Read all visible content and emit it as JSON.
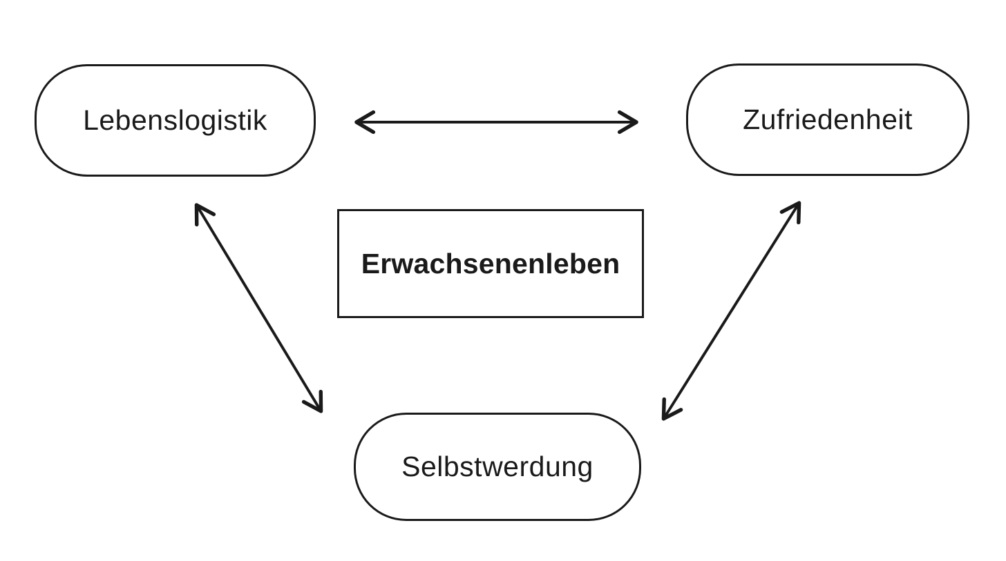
{
  "diagram": {
    "background_color": "#ffffff",
    "stroke_color": "#1a1a1a",
    "text_color": "#1a1a1a",
    "nodes": [
      {
        "id": "lebenslogistik",
        "label": "Lebenslogistik",
        "shape": "rounded-pill",
        "position": "top-left",
        "emphasis": "normal"
      },
      {
        "id": "zufriedenheit",
        "label": "Zufriedenheit",
        "shape": "rounded-pill",
        "position": "top-right",
        "emphasis": "normal"
      },
      {
        "id": "erwachsenenleben",
        "label": "Erwachsenenleben",
        "shape": "rectangle",
        "position": "center",
        "emphasis": "bold"
      },
      {
        "id": "selbstwerdung",
        "label": "Selbstwerdung",
        "shape": "rounded-pill",
        "position": "bottom-center",
        "emphasis": "normal"
      }
    ],
    "edges": [
      {
        "from": "lebenslogistik",
        "to": "zufriedenheit",
        "style": "double-headed-arrow"
      },
      {
        "from": "lebenslogistik",
        "to": "selbstwerdung",
        "style": "double-headed-arrow"
      },
      {
        "from": "zufriedenheit",
        "to": "selbstwerdung",
        "style": "double-headed-arrow"
      }
    ]
  }
}
